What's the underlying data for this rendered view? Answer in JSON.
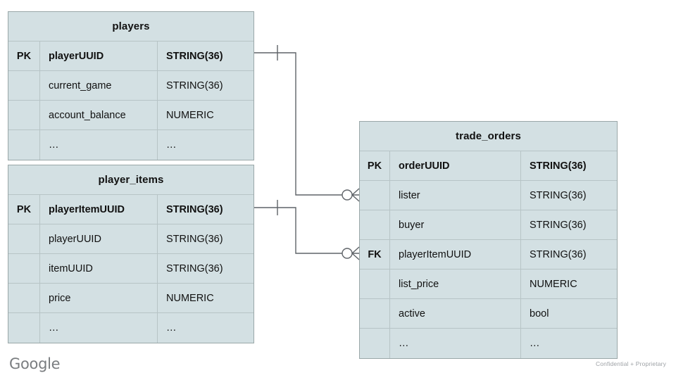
{
  "diagram": {
    "type": "entity-relationship-diagram",
    "notation": "crows-foot",
    "background_color": "#ffffff",
    "entity_fill_color": "#d3e0e3",
    "entity_border_color": "#9aa7a8",
    "connector_color": "#5f6368"
  },
  "entities": [
    {
      "id": "players",
      "title": "players",
      "columns": [
        {
          "key": "PK",
          "name": "playerUUID",
          "type": "STRING(36)",
          "primary": true
        },
        {
          "key": "",
          "name": "current_game",
          "type": "STRING(36)",
          "primary": false
        },
        {
          "key": "",
          "name": "account_balance",
          "type": "NUMERIC",
          "primary": false
        },
        {
          "key": "",
          "name": "…",
          "type": "…",
          "primary": false
        }
      ]
    },
    {
      "id": "player_items",
      "title": "player_items",
      "columns": [
        {
          "key": "PK",
          "name": "playerItemUUID",
          "type": "STRING(36)",
          "primary": true
        },
        {
          "key": "",
          "name": "playerUUID",
          "type": "STRING(36)",
          "primary": false
        },
        {
          "key": "",
          "name": "itemUUID",
          "type": "STRING(36)",
          "primary": false
        },
        {
          "key": "",
          "name": "price",
          "type": "NUMERIC",
          "primary": false
        },
        {
          "key": "",
          "name": "…",
          "type": "…",
          "primary": false
        }
      ]
    },
    {
      "id": "trade_orders",
      "title": "trade_orders",
      "columns": [
        {
          "key": "PK",
          "name": "orderUUID",
          "type": "STRING(36)",
          "primary": true
        },
        {
          "key": "",
          "name": "lister",
          "type": "STRING(36)",
          "primary": false
        },
        {
          "key": "",
          "name": "buyer",
          "type": "STRING(36)",
          "primary": false
        },
        {
          "key": "FK",
          "name": "playerItemUUID",
          "type": "STRING(36)",
          "primary": false
        },
        {
          "key": "",
          "name": "list_price",
          "type": "NUMERIC",
          "primary": false
        },
        {
          "key": "",
          "name": "active",
          "type": "bool",
          "primary": false
        },
        {
          "key": "",
          "name": "…",
          "type": "…",
          "primary": false
        }
      ]
    }
  ],
  "relationships": [
    {
      "id": "players-to-trade-orders-lister",
      "from_entity": "players",
      "from_column": "playerUUID",
      "from_cardinality": "one",
      "to_entity": "trade_orders",
      "to_column": "lister",
      "to_cardinality": "zero-or-many"
    },
    {
      "id": "player-items-to-trade-orders-playeritemuuid",
      "from_entity": "player_items",
      "from_column": "playerItemUUID",
      "from_cardinality": "one",
      "to_entity": "trade_orders",
      "to_column": "playerItemUUID",
      "to_cardinality": "zero-or-many"
    }
  ],
  "footer": {
    "logo_text": "Google",
    "note": "Confidential + Proprietary"
  }
}
